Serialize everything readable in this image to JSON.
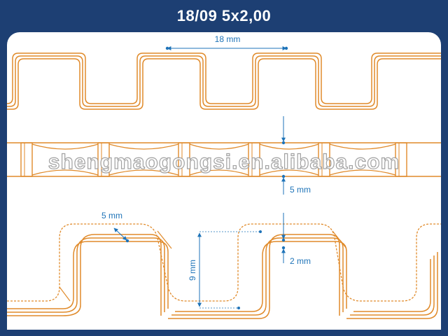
{
  "title": "18/09 5x2,00",
  "dimensions": {
    "pitch": "18 mm",
    "wire_width_side": "5 mm",
    "wire_width_diag": "5 mm",
    "height": "9 mm",
    "thickness": "2 mm"
  },
  "watermark": "shengmaogongsi.en.alibaba.com",
  "colors": {
    "background": "#1d3f73",
    "wire": "#e08a2a",
    "dimension": "#1e73b8"
  }
}
